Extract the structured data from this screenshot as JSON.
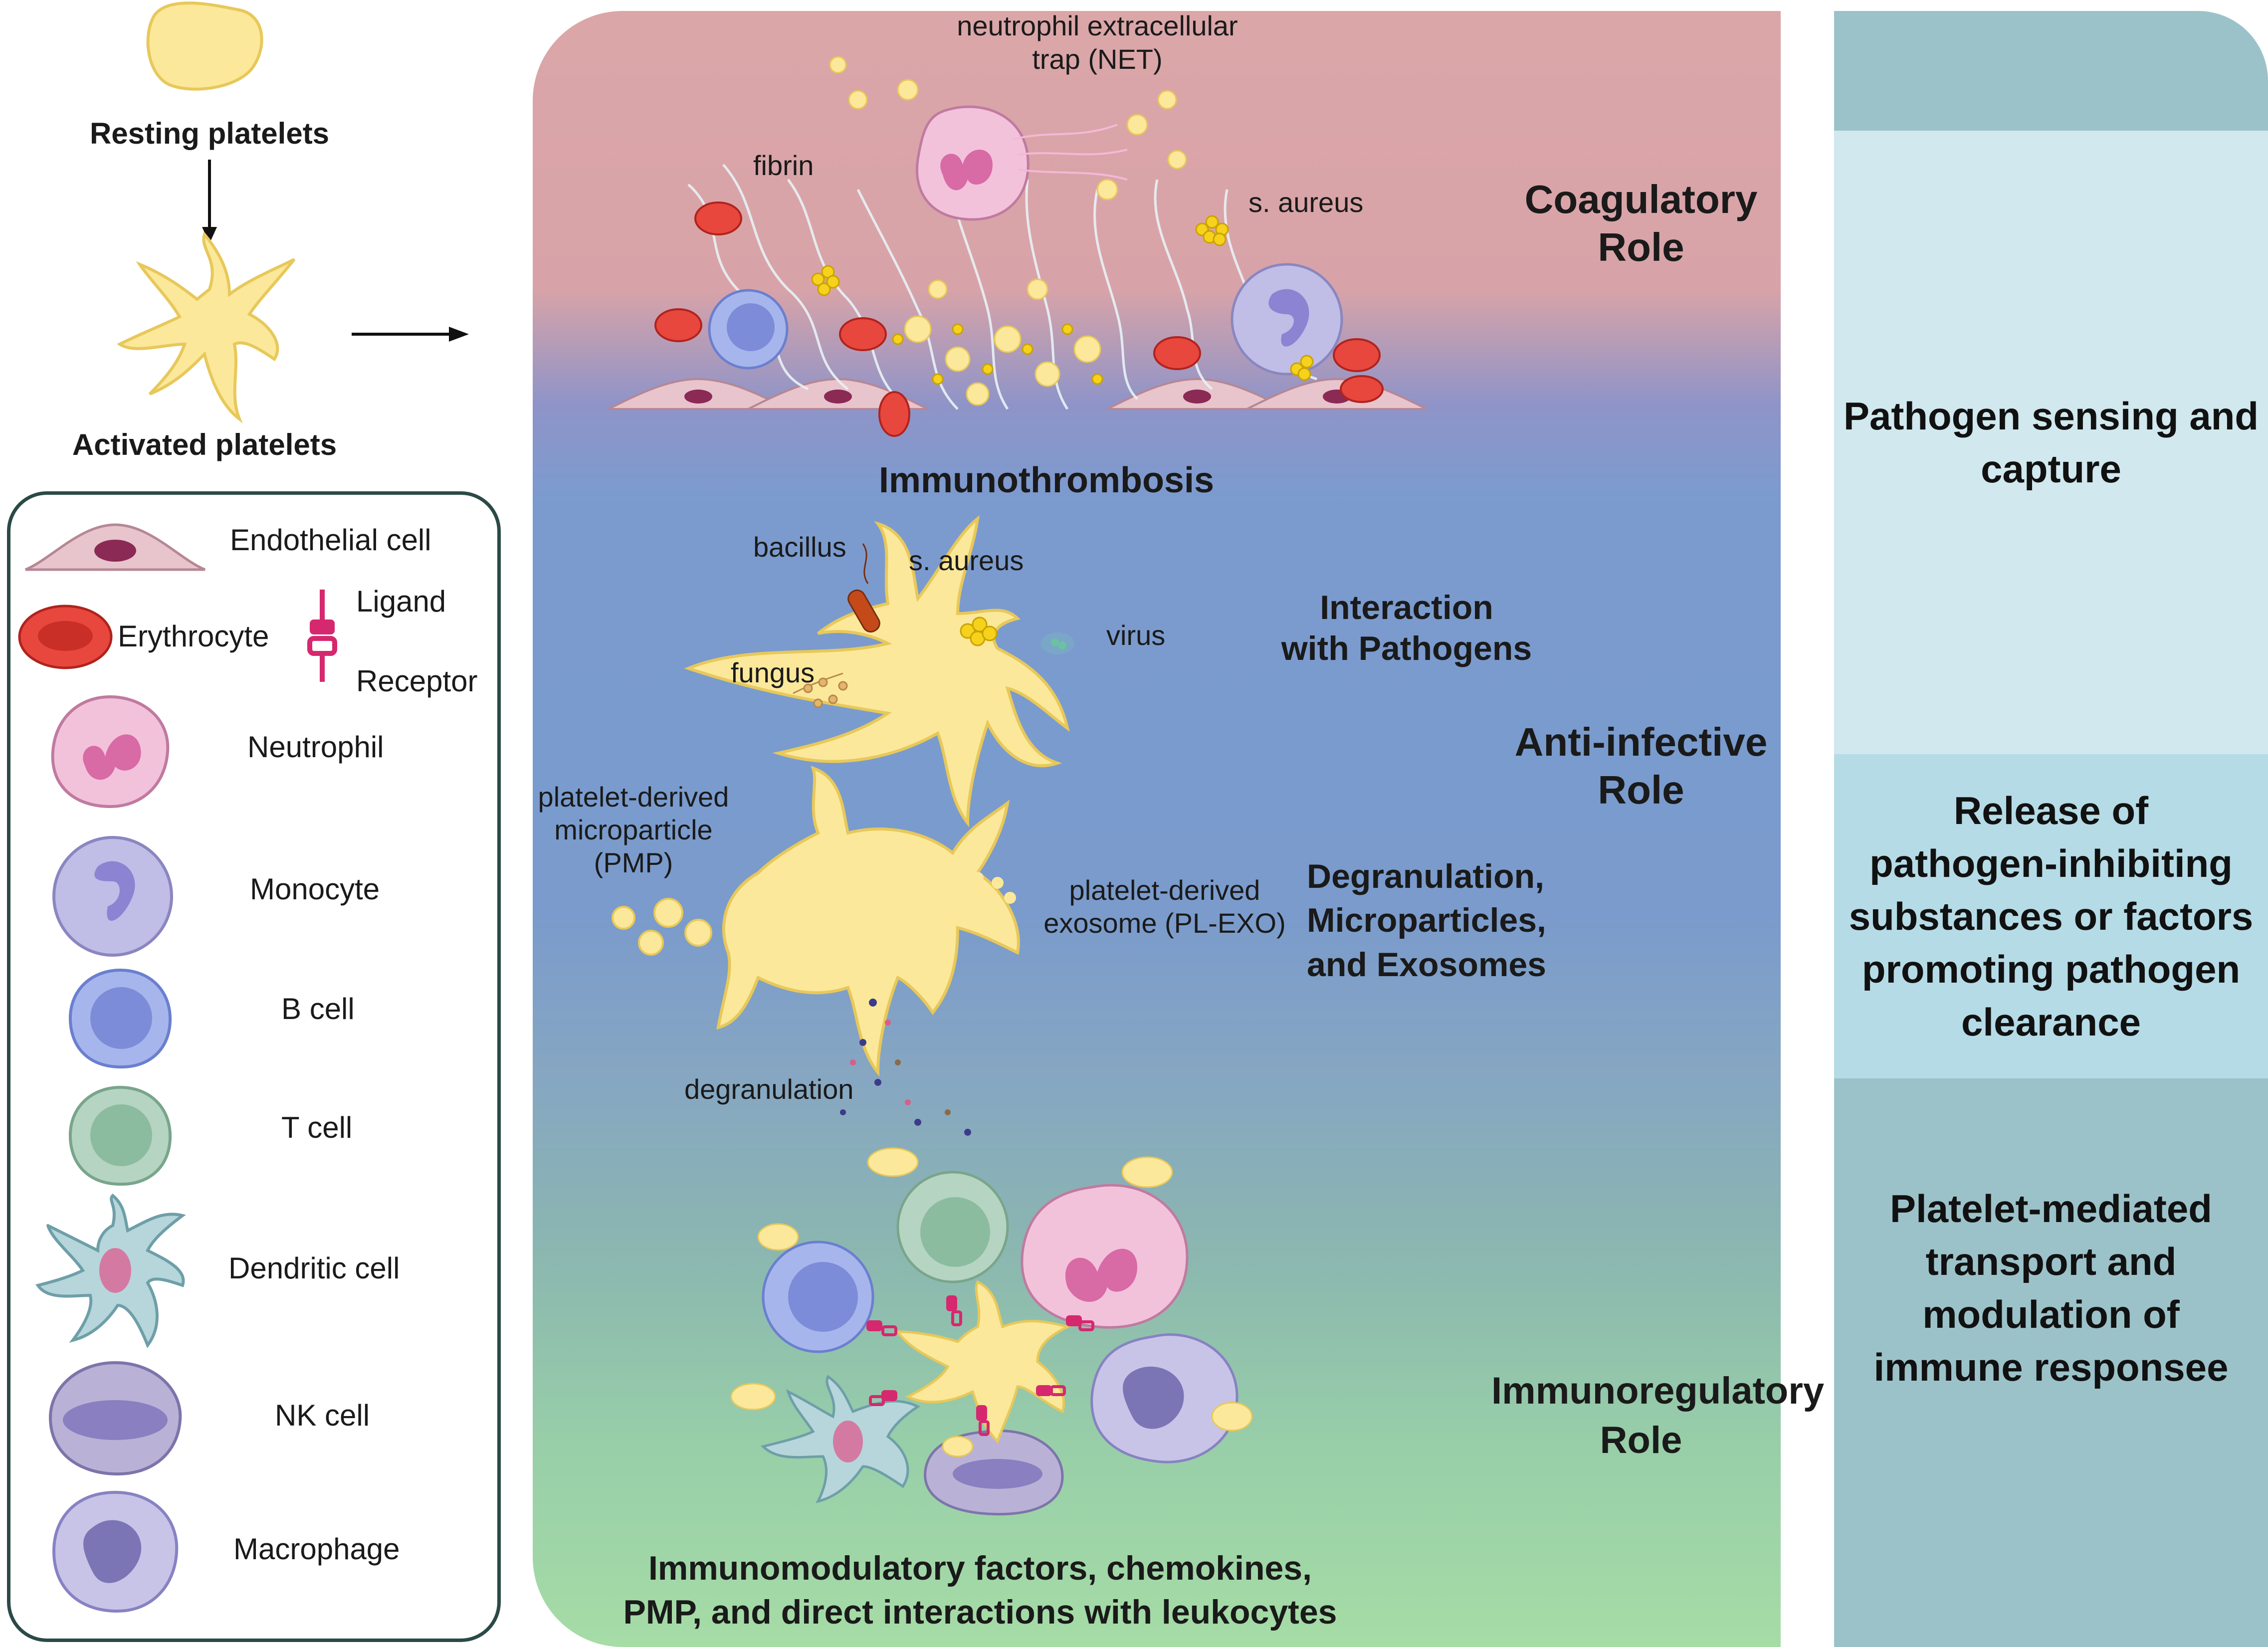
{
  "top_left": {
    "resting_label": "Resting platelets",
    "activated_label": "Activated platelets"
  },
  "legend": {
    "items": [
      {
        "key": "endothelial",
        "label": "Endothelial cell"
      },
      {
        "key": "erythrocyte",
        "label": "Erythrocyte"
      },
      {
        "key": "ligand",
        "label": "Ligand"
      },
      {
        "key": "receptor",
        "label": "Receptor"
      },
      {
        "key": "neutrophil",
        "label": "Neutrophil"
      },
      {
        "key": "monocyte",
        "label": "Monocyte"
      },
      {
        "key": "bcell",
        "label": "B cell"
      },
      {
        "key": "tcell",
        "label": "T cell"
      },
      {
        "key": "dendritic",
        "label": "Dendritic cell"
      },
      {
        "key": "nkcell",
        "label": "NK cell"
      },
      {
        "key": "macrophage",
        "label": "Macrophage"
      }
    ]
  },
  "center": {
    "net_label": "neutrophil extracellular\ntrap (NET)",
    "fibrin_label": "fibrin",
    "saureus_top_label": "s. aureus",
    "coag_role": "Coagulatory\nRole",
    "immunothrombosis": "Immunothrombosis",
    "bacillus": "bacillus",
    "saureus_mid": "s. aureus",
    "virus": "virus",
    "fungus": "fungus",
    "interaction": "Interaction\nwith Pathogens",
    "antiinfective_role": "Anti-infective\nRole",
    "pmp_label": "platelet-derived\nmicroparticle\n(PMP)",
    "plexo_label": "platelet-derived\nexosome (PL-EXO)",
    "degran_heading": "Degranulation,\nMicroparticles,\nand Exosomes",
    "degranulation": "degranulation",
    "immunoreg_role": "Immunoregulatory\nRole",
    "bottom_text": "Immunomodulatory factors, chemokines,\nPMP, and direct interactions with leukocytes"
  },
  "right": {
    "segments": [
      {
        "text": "",
        "color": "#9cc2c9"
      },
      {
        "text": "Pathogen sensing and\ncapture",
        "color": "#d0e8ee"
      },
      {
        "text": "Release of\npathogen-inhibiting\nsubstances or factors\npromoting pathogen\nclearance",
        "color": "#b5dbe6"
      },
      {
        "text": "Platelet-mediated\ntransport and\nmodulation of\nimmune responsee",
        "color": "#9cc2c9"
      }
    ]
  },
  "colors": {
    "platelet": "#fce89a",
    "endothelial": "#e8c4cc",
    "erythrocyte": "#e8473e",
    "neutrophil": "#f2c2da",
    "monocyte": "#c0bde6",
    "bcell": "#a6b5ec",
    "tcell": "#b6d4c2",
    "dendritic": "#b6d6dc",
    "nkcell": "#b9b2d6",
    "macrophage": "#c8c4e8",
    "ligand": "#d6286e",
    "bacteria": "#f6d21c"
  }
}
